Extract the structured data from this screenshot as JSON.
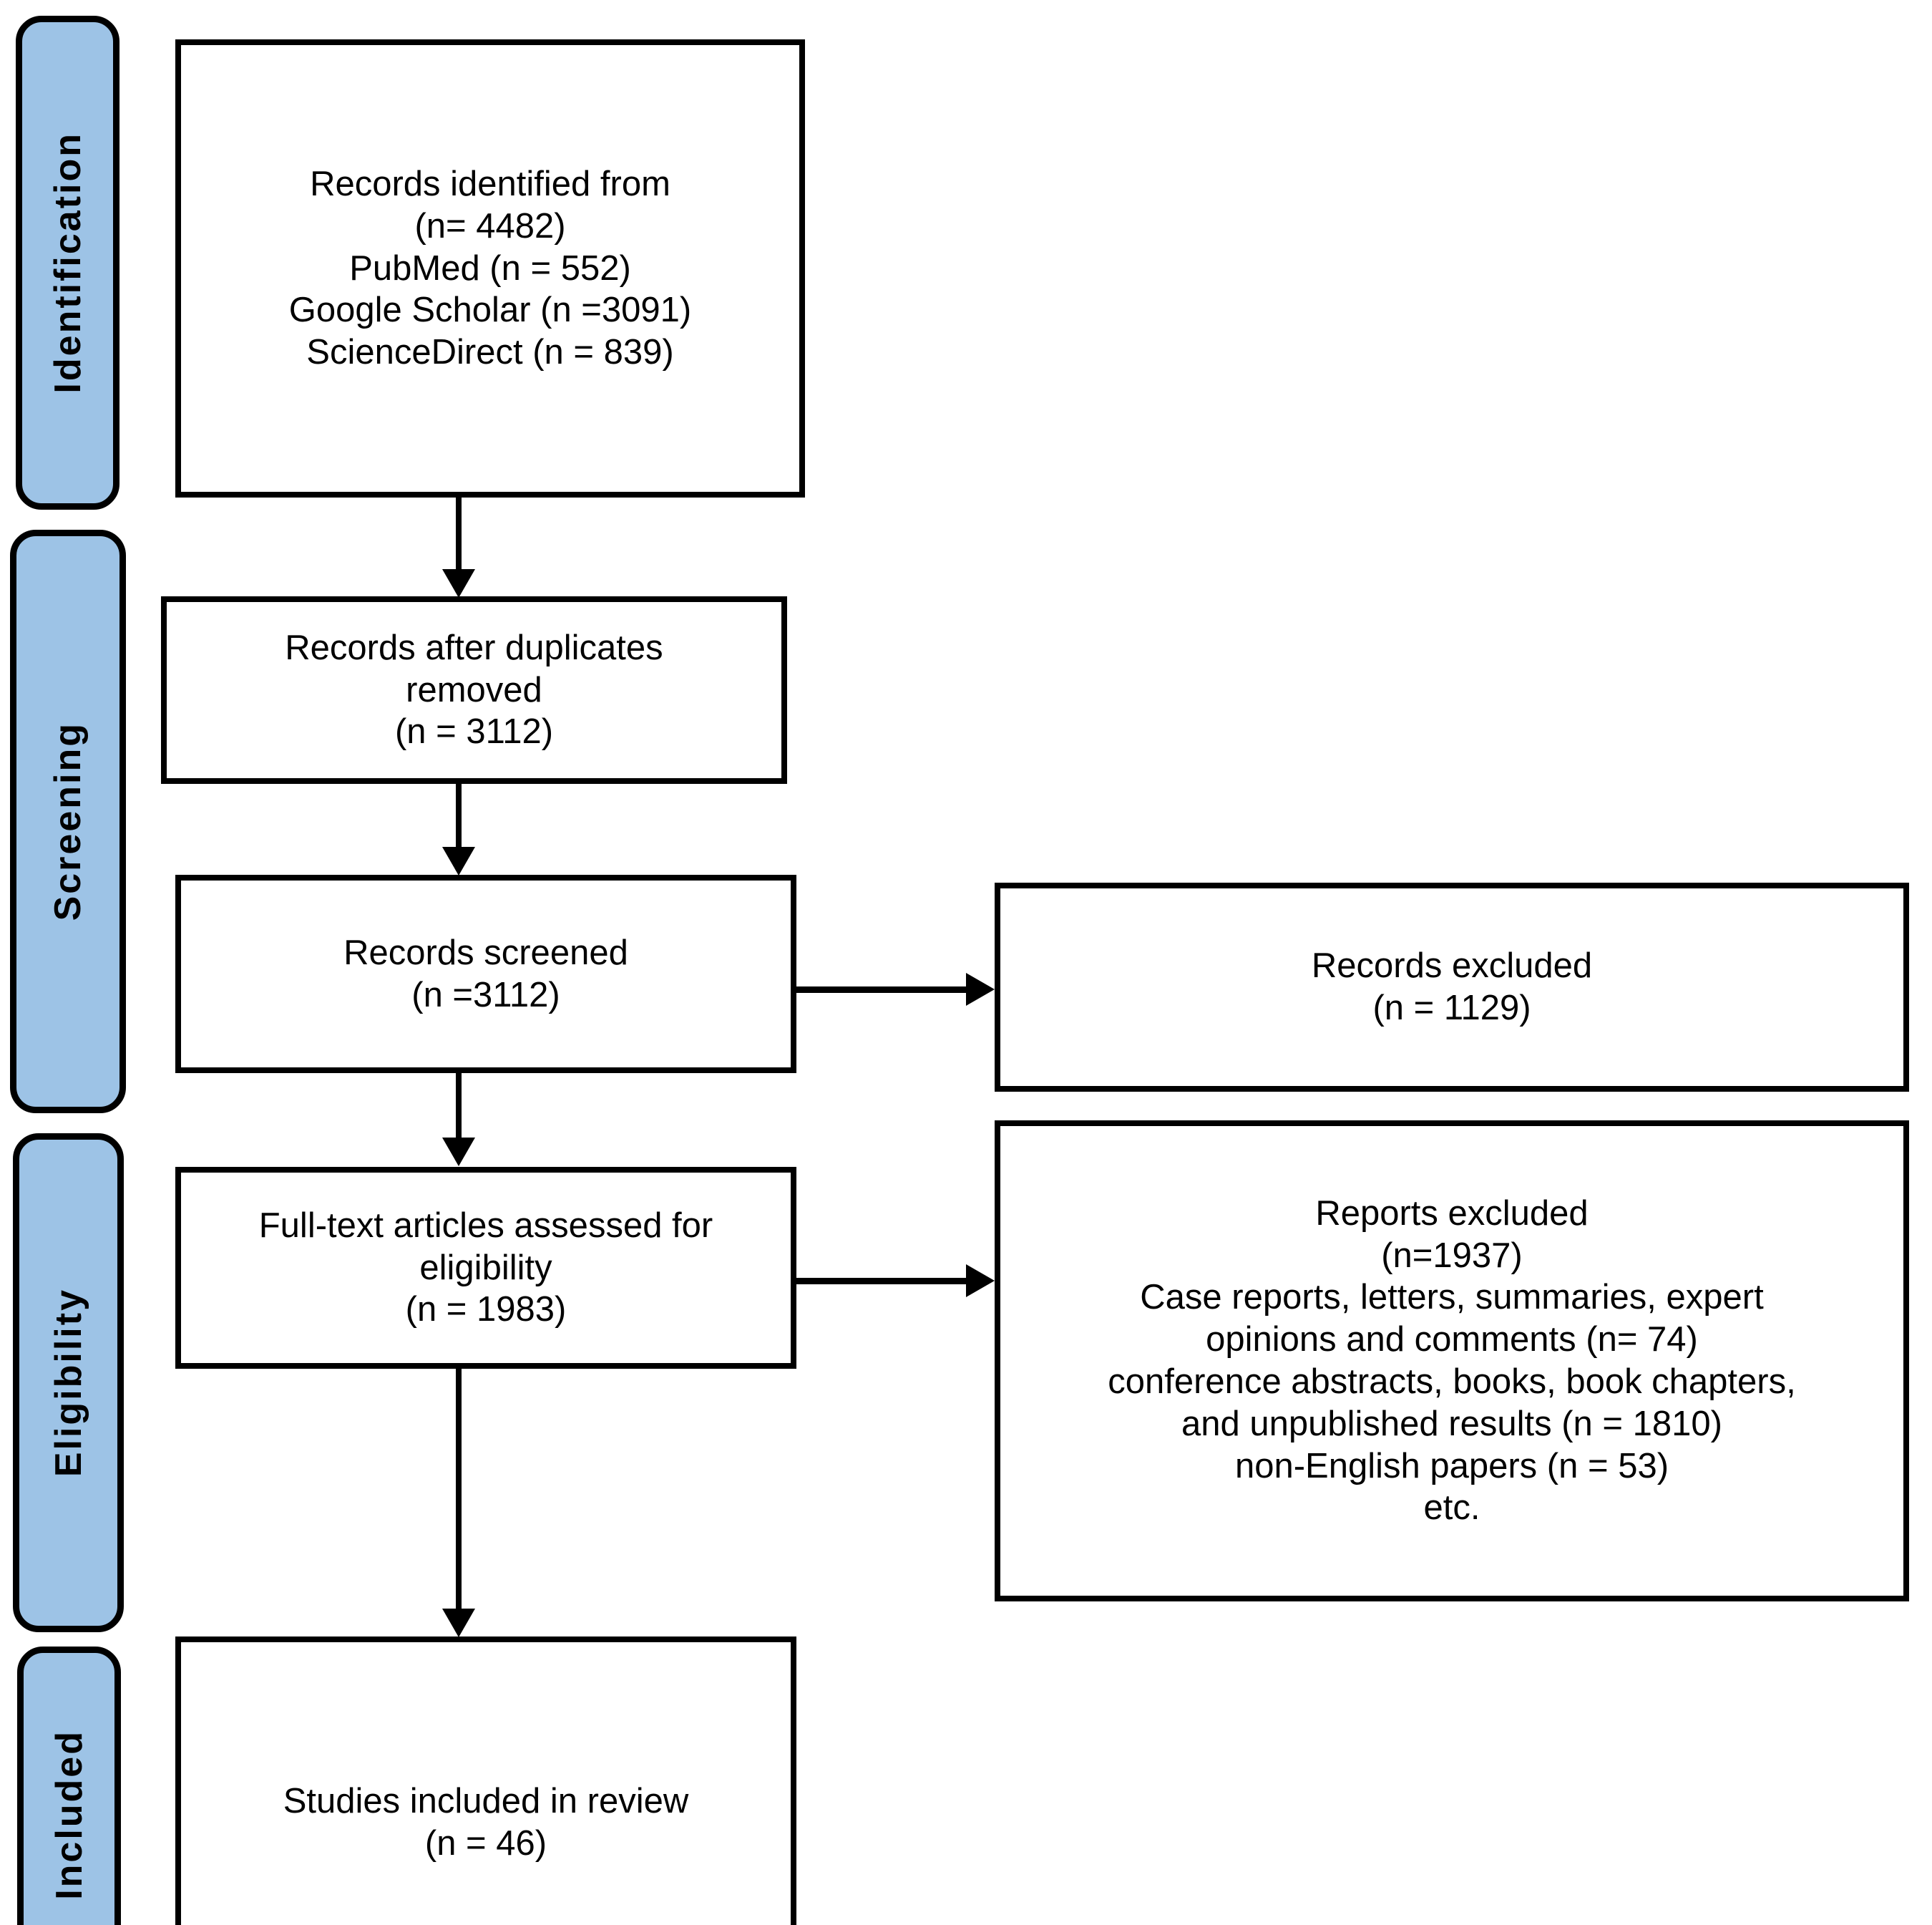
{
  "diagram": {
    "type": "prisma-flow-diagram",
    "title": "PRISMA flow diagram"
  },
  "stages": [
    {
      "id": "identification",
      "label": "Identification"
    },
    {
      "id": "screening",
      "label": "Screening"
    },
    {
      "id": "eligibility",
      "label": "Eligibility"
    },
    {
      "id": "included",
      "label": "Included"
    }
  ],
  "boxes": {
    "identified": {
      "name": "records-identified",
      "lines": [
        "Records identified from",
        "(n= 4482)",
        "PubMed (n = 552)",
        "Google Scholar (n =3091)",
        "ScienceDirect (n = 839)"
      ]
    },
    "duplicates_removed": {
      "name": "records-after-duplicates-removed",
      "lines": [
        "Records after duplicates",
        "removed",
        "(n = 3112)"
      ]
    },
    "screened": {
      "name": "records-screened",
      "lines": [
        "Records screened",
        "(n =3112)"
      ]
    },
    "records_excluded": {
      "name": "records-excluded",
      "lines": [
        "Records excluded",
        "(n = 1129)"
      ]
    },
    "fulltext": {
      "name": "full-text-assessed",
      "lines": [
        "Full-text articles assessed for",
        "eligibility",
        "(n = 1983)"
      ]
    },
    "reports_excluded": {
      "name": "reports-excluded",
      "lines": [
        "Reports excluded",
        "(n=1937)",
        "Case reports, letters, summaries, expert",
        "opinions and comments (n= 74)",
        "conference abstracts, books, book chapters,",
        "and unpublished results (n = 1810)",
        "non-English papers (n = 53)",
        "etc."
      ]
    },
    "included": {
      "name": "studies-included",
      "lines": [
        "Studies included in review",
        "(n = 46)"
      ]
    }
  },
  "counts": {
    "identified_total": 4482,
    "pubmed": 552,
    "google_scholar": 3091,
    "sciencedirect": 839,
    "after_duplicates": 3112,
    "screened": 3112,
    "records_excluded": 1129,
    "fulltext_assessed": 1983,
    "reports_excluded_total": 1937,
    "case_reports_letters": 74,
    "conference_books_unpublished": 1810,
    "non_english": 53,
    "studies_included": 46
  },
  "colors": {
    "stage_pill_fill": "#9DC3E6",
    "stroke": "#000000",
    "box_fill": "#FFFFFF",
    "background": "#FFFFFF"
  }
}
